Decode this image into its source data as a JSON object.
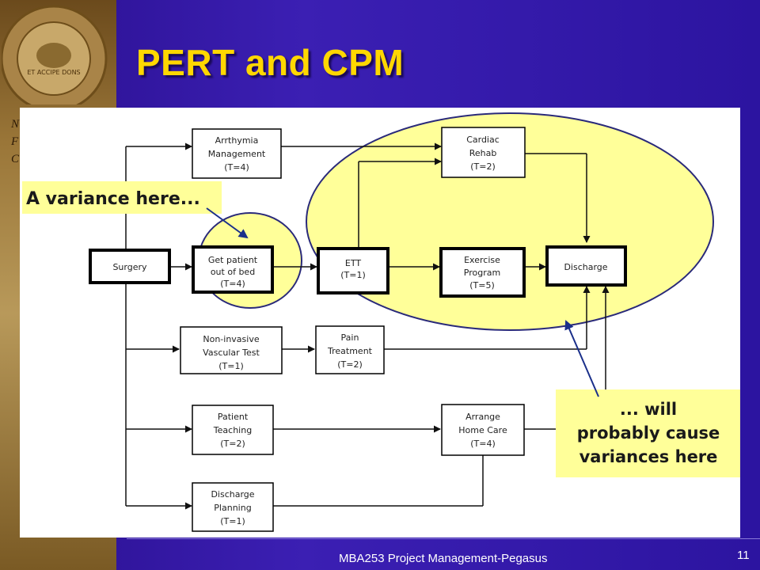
{
  "slide": {
    "title": "PERT and CPM",
    "footer": "MBA253 Project Management-Pegasus",
    "page_number": "11",
    "side_text_fragments": [
      "N",
      "F",
      "C"
    ]
  },
  "seal": {
    "motto": "ET ACCIPE DONS"
  },
  "diagram": {
    "nodes": {
      "surgery": [
        "Surgery"
      ],
      "arrhythmia": [
        "Arrthymia",
        "Management",
        "(T=4)"
      ],
      "get_out_of_bed": [
        "Get patient",
        "out of bed",
        "(T=4)"
      ],
      "noninvasive": [
        "Non-invasive",
        "Vascular Test",
        "(T=1)"
      ],
      "patient_teaching": [
        "Patient",
        "Teaching",
        "(T=2)"
      ],
      "discharge_planning": [
        "Discharge",
        "Planning",
        "(T=1)"
      ],
      "cardiac_rehab": [
        "Cardiac",
        "Rehab",
        "(T=2)"
      ],
      "ett": [
        "ETT",
        "(T=1)"
      ],
      "exercise": [
        "Exercise",
        "Program",
        "(T=5)"
      ],
      "discharge": [
        "Discharge"
      ],
      "pain": [
        "Pain",
        "Treatment",
        "(T=2)"
      ],
      "home_care": [
        "Arrange",
        "Home Care",
        "(T=4)"
      ]
    },
    "callout_left": "A variance here...",
    "callout_right": [
      "... will",
      "probably cause",
      "variances here"
    ]
  }
}
